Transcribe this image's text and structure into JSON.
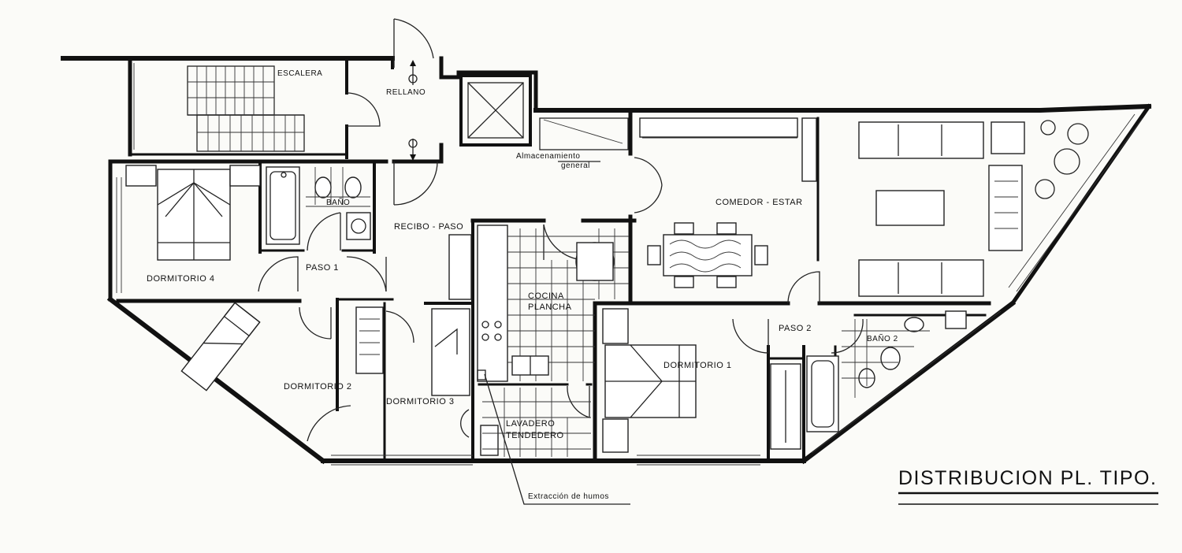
{
  "title": "DISTRIBUCION  PL. TIPO.",
  "rooms": [
    {
      "id": "escalera",
      "label": "ESCALERA"
    },
    {
      "id": "rellano",
      "label": "RELLANO"
    },
    {
      "id": "almacenamiento",
      "label": "Almacenamiento"
    },
    {
      "id": "general",
      "label": "general"
    },
    {
      "id": "comedor-estar",
      "label": "COMEDOR - ESTAR"
    },
    {
      "id": "bano",
      "label": "BAÑO"
    },
    {
      "id": "recibo-paso",
      "label": "RECIBO - PASO"
    },
    {
      "id": "paso-1",
      "label": "PASO 1"
    },
    {
      "id": "dormitorio-4",
      "label": "DORMITORIO 4"
    },
    {
      "id": "cocina",
      "label": "COCINA"
    },
    {
      "id": "plancha",
      "label": "PLANCHA"
    },
    {
      "id": "paso-2",
      "label": "PASO 2"
    },
    {
      "id": "bano-2",
      "label": "BAÑO 2"
    },
    {
      "id": "dormitorio-1",
      "label": "DORMITORIO 1"
    },
    {
      "id": "dormitorio-2",
      "label": "DORMITORIO 2"
    },
    {
      "id": "dormitorio-3",
      "label": "DORMITORIO 3"
    },
    {
      "id": "lavadero",
      "label": "LAVADERO"
    },
    {
      "id": "tendedero",
      "label": "TENDEDERO"
    }
  ],
  "annotations": {
    "extraccion": "Extracción de humos"
  },
  "colors": {
    "ink": "#111111",
    "paper": "#fbfbf8"
  }
}
